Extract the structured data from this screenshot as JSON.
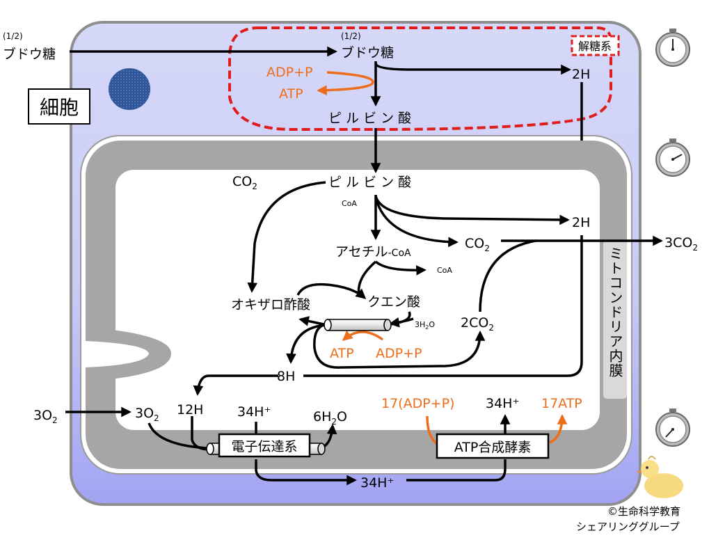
{
  "cell_label": "細胞",
  "glycolysis_label": "解糖系",
  "membrane_label": "ミトコンドリア内膜",
  "glucose_outside": {
    "coef": "(1/2)",
    "name": "ブドウ糖"
  },
  "glucose_inside": {
    "coef": "(1/2)",
    "name": "ブドウ糖"
  },
  "adp_p_1": "ADP+P",
  "atp_1": "ATP",
  "pyruvate_cyto": "ピ ル ビ ン 酸",
  "hydrogen_glyco": "2H",
  "pyruvate_mito": "ピ ル ビ ン 酸",
  "co2_in_base": "CO",
  "co2_in_sub": "2",
  "coa_1": "CoA",
  "hydrogen_link": "2H",
  "acetyl_base": "アセチル",
  "acetyl_suffix": "-CoA",
  "co2_mid_base": "CO",
  "co2_mid_sub": "2",
  "coa_2": "CoA",
  "co2_out": {
    "base": "3CO",
    "sub": "2"
  },
  "oxaloacetate": "オキザロ酢酸",
  "citrate": "クエン酸",
  "water_in": {
    "pre": "3H",
    "sub": "2",
    "post": "O"
  },
  "co2_cycle": {
    "base": "2CO",
    "sub": "2"
  },
  "atp_2": "ATP",
  "adp_p_2": "ADP+P",
  "hydrogen_8": "8H",
  "o2_outside": {
    "base": "3O",
    "sub": "2"
  },
  "o2_inside": {
    "base": "3O",
    "sub": "2"
  },
  "hydrogen_12": "12H",
  "proton_34_a": "34H⁺",
  "water_out": {
    "pre": "6H",
    "sub": "2",
    "post": "O"
  },
  "adp_p_17": "17(ADP+P)",
  "proton_34_b": "34H⁺",
  "atp_17": "17ATP",
  "etc_label": "電子伝達系",
  "atp_synthase_label": "ATP合成酵素",
  "proton_34_c": "34H⁺",
  "copyright_line1": "©生命科学教育",
  "copyright_line2": "シェアリンググループ",
  "icons": [
    "stopwatch-icon",
    "stopwatch-icon",
    "stopwatch-icon",
    "chick-logo-icon"
  ],
  "colors": {
    "cell_fill_top": "#dadcf8",
    "cell_fill_bottom": "#a4a6f4",
    "membrane": "#a6a6a6",
    "matrix": "#ffffff",
    "glycolysis_border": "#e01c1c",
    "orange": "#ee6d1a",
    "nucleus": "#2f5597"
  }
}
